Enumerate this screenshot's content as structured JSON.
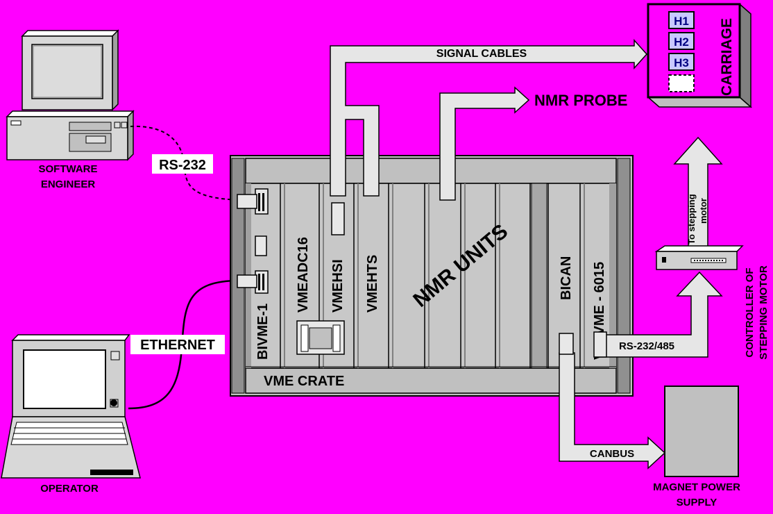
{
  "colors": {
    "background": "#ff00ff",
    "crate": "#c0c0c0",
    "crate_dark": "#808080",
    "cable": "#e6e6e6",
    "border": "#000000",
    "label_box": "#ffffff",
    "slot_h": "#c8c8ff",
    "slot_h_text": "#000080"
  },
  "labels": {
    "software_engineer": [
      "SOFTWARE",
      "ENGINEER"
    ],
    "operator": "OPERATOR",
    "rs232": "RS-232",
    "ethernet": "ETHERNET",
    "signal_cables": "SIGNAL CABLES",
    "nmr_probe": "NMR PROBE",
    "vme_crate": "VME CRATE",
    "nmr_units": "NMR UNITS",
    "canbus": "CANBUS",
    "rs232_485": "RS-232/485",
    "magnet_power_supply": [
      "MAGNET POWER",
      "SUPPLY"
    ],
    "carriage": "CARRIAGE",
    "to_stepping_motor": [
      "To stepping",
      "motor"
    ],
    "controller_of_stepping_motor": [
      "CONTROLLER OF",
      "STEPPING MOTOR"
    ]
  },
  "modules": {
    "bivme": "BIVME-1",
    "vmeadc16": "VMEADC16",
    "vmehsi": "VMEHSI",
    "vmehts": "VMEHTS",
    "bican": "BICAN",
    "vmivme": "VMIVME - 6015"
  },
  "carriage_slots": [
    "H1",
    "H2",
    "H3",
    ""
  ]
}
